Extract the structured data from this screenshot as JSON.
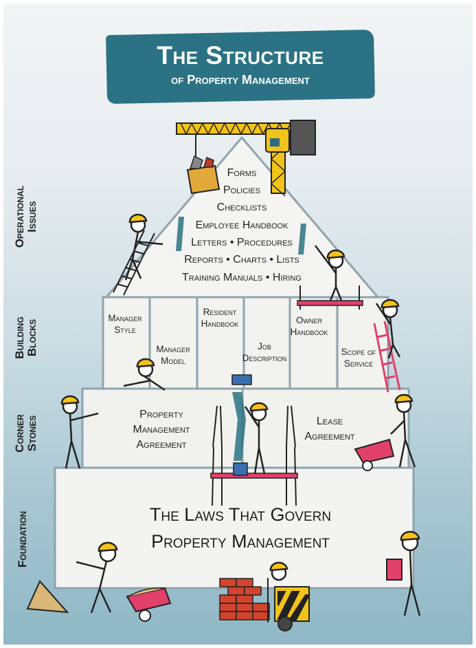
{
  "title": {
    "main": "The Structure",
    "sub": "of Property Management"
  },
  "side_labels": {
    "operational": [
      "Operational",
      "Issues"
    ],
    "building": [
      "Building",
      "Blocks"
    ],
    "corner": [
      "Corner",
      "Stones"
    ],
    "foundation": [
      "Foundation"
    ]
  },
  "roof_items": [
    "Forms",
    "Policies",
    "Checklists",
    "Employee Handbook",
    "Letters • Procedures",
    "Reports • Charts • Lists",
    "Training Manuals • Hiring"
  ],
  "building_blocks": [
    [
      "Manager",
      "Style"
    ],
    [
      "Manager",
      "Model"
    ],
    [
      "Resident",
      "Handbook"
    ],
    [
      "Job",
      "Description"
    ],
    [
      "Owner",
      "Handbook"
    ],
    [
      "Scope of",
      "Service"
    ]
  ],
  "corner_stones": {
    "left": [
      "Property",
      "Management",
      "Agreement"
    ],
    "right": [
      "Lease",
      "Agreement"
    ]
  },
  "foundation": {
    "line1": "The Laws That Govern",
    "line2": "Property Management"
  },
  "icons": [
    "crane-icon",
    "toolbox-icon",
    "worker-icon",
    "ladder-icon",
    "paint-roller-icon",
    "wheelbarrow-icon",
    "brick-pile-icon",
    "forklift-icon",
    "sand-pile-icon",
    "clipboard-icon",
    "scaffold-icon"
  ],
  "colors": {
    "banner": "#2b7384",
    "structure_stroke": "#8fa3ad",
    "crane": "#f2c318",
    "scaffold_plank": "#e0406a",
    "hardhat": "#f6c21a"
  }
}
